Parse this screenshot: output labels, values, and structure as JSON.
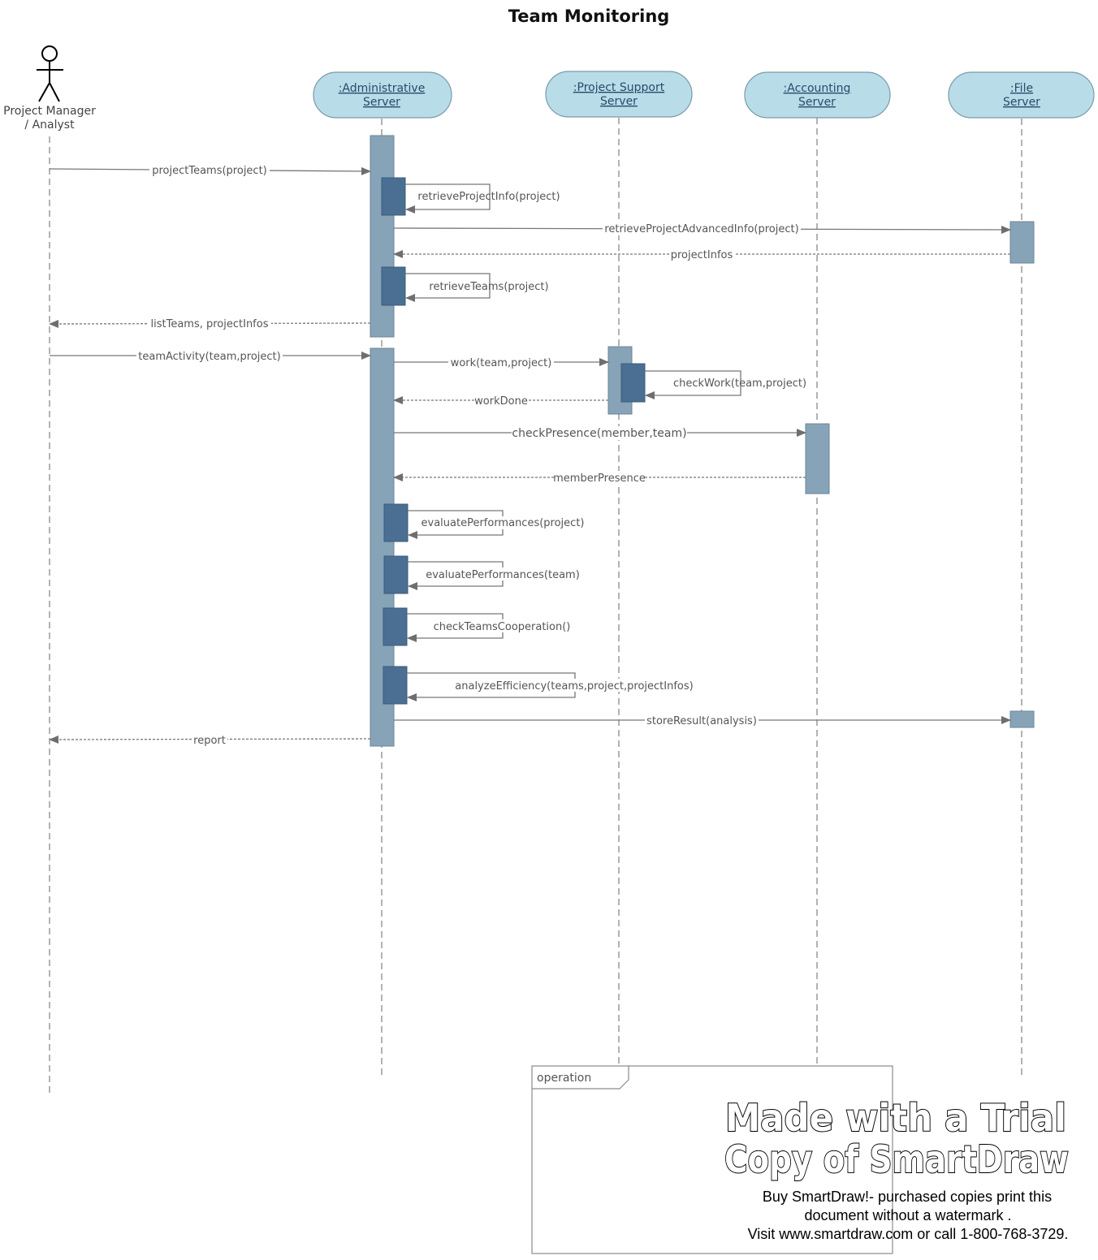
{
  "title": "Team Monitoring",
  "actor": {
    "label_line1": "Project Manager",
    "label_line2": "/ Analyst"
  },
  "participants": [
    {
      "id": "admin",
      "line1": ":Administrative",
      "line2": "Server"
    },
    {
      "id": "support",
      "line1": ":Project Support",
      "line2": "Server"
    },
    {
      "id": "accounting",
      "line1": ":Accounting",
      "line2": "Server"
    },
    {
      "id": "file",
      "line1": ":File",
      "line2": "Server"
    }
  ],
  "messages": [
    {
      "label": "projectTeams(project)",
      "from": "actor",
      "to": "admin",
      "style": "sync"
    },
    {
      "label": "retrieveProjectInfo(project)",
      "from": "admin",
      "to": "admin",
      "style": "self"
    },
    {
      "label": "retrieveProjectAdvancedInfo(project)",
      "from": "admin",
      "to": "file",
      "style": "sync"
    },
    {
      "label": "projectInfos",
      "from": "file",
      "to": "admin",
      "style": "return"
    },
    {
      "label": "retrieveTeams(project)",
      "from": "admin",
      "to": "admin",
      "style": "self"
    },
    {
      "label": "listTeams, projectInfos",
      "from": "admin",
      "to": "actor",
      "style": "return"
    },
    {
      "label": "teamActivity(team,project)",
      "from": "actor",
      "to": "admin",
      "style": "sync"
    },
    {
      "label": "work(team,project)",
      "from": "admin",
      "to": "support",
      "style": "sync"
    },
    {
      "label": "checkWork(team,project)",
      "from": "support",
      "to": "support",
      "style": "self"
    },
    {
      "label": "workDone",
      "from": "support",
      "to": "admin",
      "style": "return"
    },
    {
      "label": "checkPresence(member,team)",
      "from": "admin",
      "to": "accounting",
      "style": "sync"
    },
    {
      "label": "memberPresence",
      "from": "accounting",
      "to": "admin",
      "style": "return"
    },
    {
      "label": "evaluatePerformances(project)",
      "from": "admin",
      "to": "admin",
      "style": "self"
    },
    {
      "label": "evaluatePerformances(team)",
      "from": "admin",
      "to": "admin",
      "style": "self"
    },
    {
      "label": "checkTeamsCooperation()",
      "from": "admin",
      "to": "admin",
      "style": "self"
    },
    {
      "label": "analyzeEfficiency(teams,project,projectInfos)",
      "from": "admin",
      "to": "admin",
      "style": "self"
    },
    {
      "label": "storeResult(analysis)",
      "from": "admin",
      "to": "file",
      "style": "sync"
    },
    {
      "label": "report",
      "from": "admin",
      "to": "actor",
      "style": "return"
    }
  ],
  "frame": {
    "label": "operation"
  },
  "watermark": {
    "line1": "Made with a Trial",
    "line2": "Copy of SmartDraw",
    "line3": "Buy SmartDraw!- purchased copies print this",
    "line4": "document without a watermark .",
    "line5": "Visit www.smartdraw.com or call 1-800-768-3729."
  },
  "colors": {
    "participant_fill": "#b8dde8",
    "participant_stroke": "#7a9aaa",
    "activation_light": "#87a3b8",
    "activation_dark": "#4a6f93",
    "line": "#7a7a7a"
  }
}
